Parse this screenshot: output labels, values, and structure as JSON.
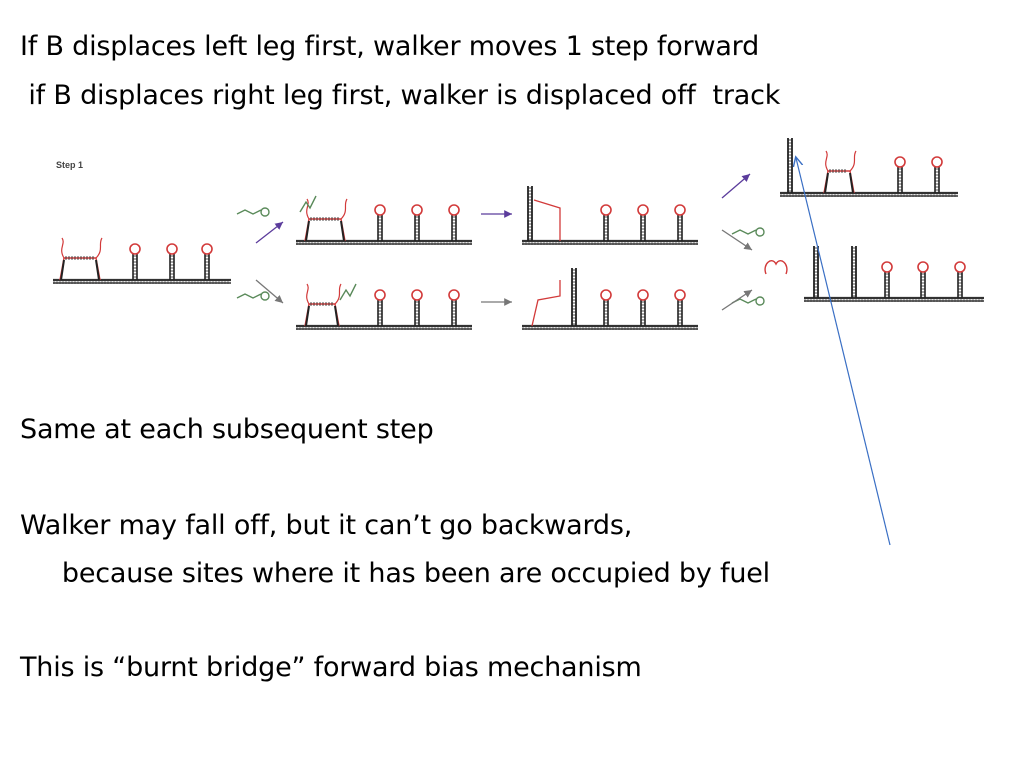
{
  "lines": {
    "l1": "If B displaces left leg first, walker moves 1 step forward",
    "l2": " if B displaces right leg first, walker is displaced off  track",
    "l3": "Same at each subsequent step",
    "l4": "Walker may fall off, but it can’t go backwards,",
    "l5": "     because sites where it has been are occupied by fuel",
    "l6": "This is “burnt bridge” forward bias mechanism"
  },
  "figure": {
    "step_label": "Step 1"
  },
  "colors": {
    "text": "#000000",
    "track": "#333333",
    "hairpin_loop": "#d23a3a",
    "walker": "#d23a3a",
    "fuel": "#5a8a5a",
    "arrow_forward": "#5b3c9c",
    "arrow_offtrack": "#777777",
    "annotation_arrow": "#3a6fc4"
  }
}
